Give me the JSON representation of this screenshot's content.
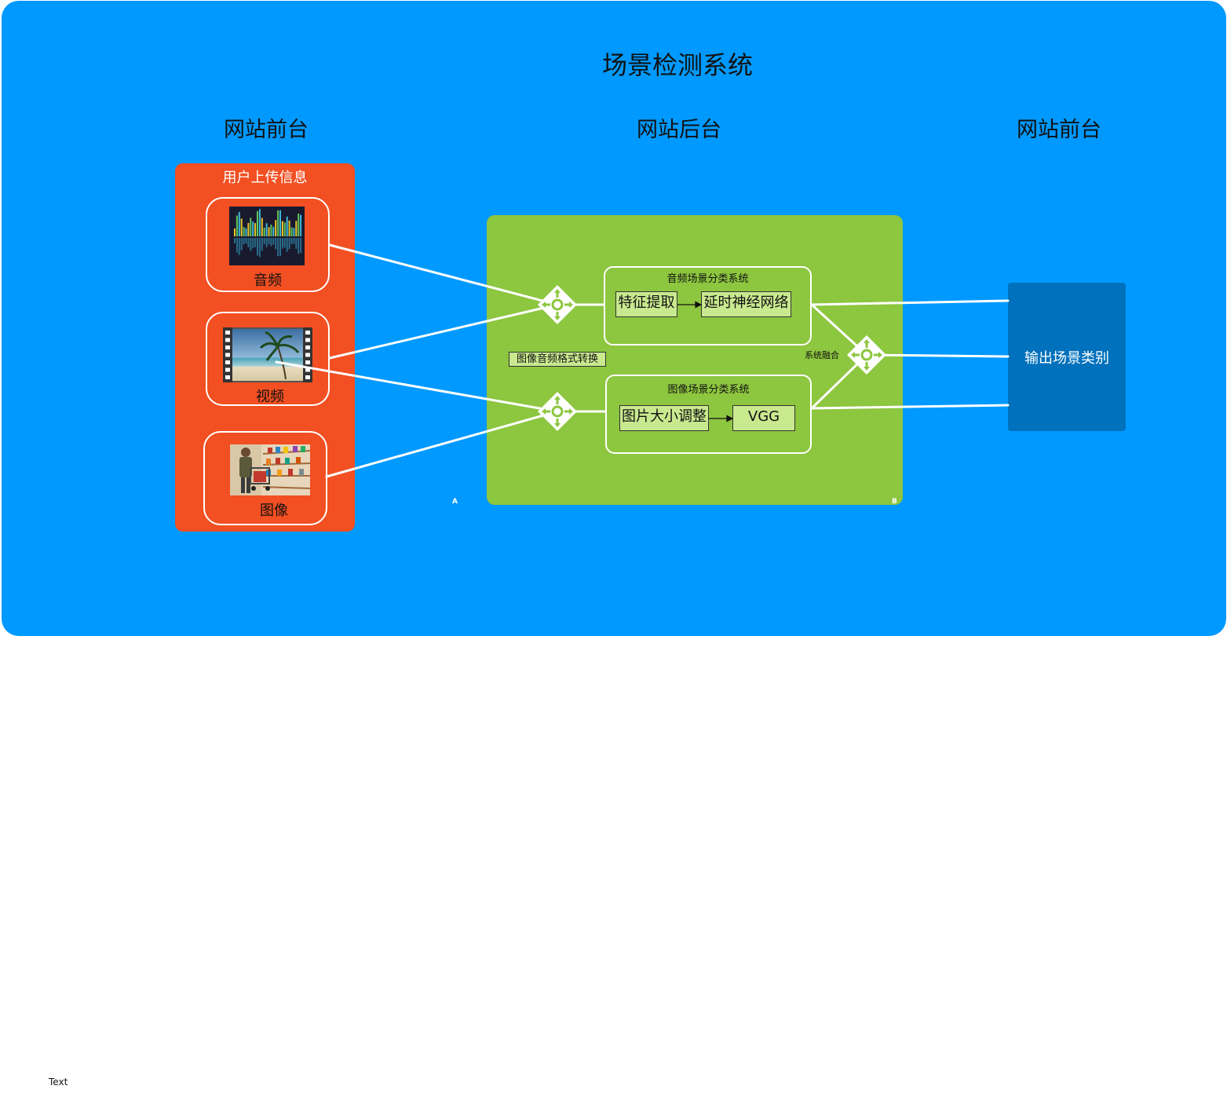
{
  "title": "场景检测系统",
  "sections": {
    "left_header": "网站前台",
    "middle_header": "网站后台",
    "right_header": "网站前台"
  },
  "upload": {
    "title": "用户上传信息",
    "items": [
      {
        "label": "音频",
        "icon": "audio-waveform-thumbnail"
      },
      {
        "label": "视频",
        "icon": "video-filmstrip-thumbnail"
      },
      {
        "label": "图像",
        "icon": "photo-thumbnail"
      }
    ]
  },
  "backend": {
    "audio_system": {
      "title": "音频场景分类系统",
      "steps": [
        "特征提取",
        "延时神经网络"
      ]
    },
    "image_system": {
      "title": "图像场景分类系统",
      "steps": [
        "图片大小调整",
        "VGG"
      ]
    },
    "conversion_label": "图像音频格式转换",
    "fusion_label": "系统融合",
    "corner_a": "A",
    "corner_b": "B"
  },
  "output": {
    "label": "输出场景类别"
  },
  "footer_text": "Text",
  "colors": {
    "background_panel": "#0099ff",
    "upload_panel": "#f24f22",
    "backend_panel": "#8dc63f",
    "step_box": "#c9e98f",
    "output_box": "#0071bc",
    "connector": "#ffffff"
  }
}
